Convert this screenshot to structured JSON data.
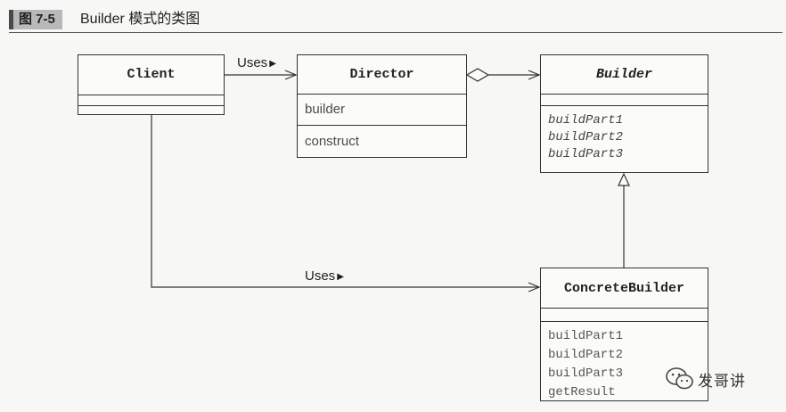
{
  "figure": {
    "number": "图 7-5",
    "title": "Builder 模式的类图"
  },
  "classes": {
    "client": {
      "name": "Client"
    },
    "director": {
      "name": "Director",
      "attributes": [
        "builder"
      ],
      "operations": [
        "construct"
      ]
    },
    "builder": {
      "name": "Builder",
      "abstract": true,
      "operations": [
        "buildPart1",
        "buildPart2",
        "buildPart3"
      ]
    },
    "concrete_builder": {
      "name": "ConcreteBuilder",
      "operations": [
        "buildPart1",
        "buildPart2",
        "buildPart3",
        "getResult"
      ]
    }
  },
  "relations": {
    "client_director": {
      "label": "Uses",
      "type": "dependency"
    },
    "client_concrete": {
      "label": "Uses",
      "type": "dependency"
    },
    "director_builder": {
      "type": "aggregation"
    },
    "concrete_builder": {
      "type": "generalization"
    }
  },
  "watermark": {
    "text": "发哥讲",
    "icon": "wechat-icon"
  }
}
